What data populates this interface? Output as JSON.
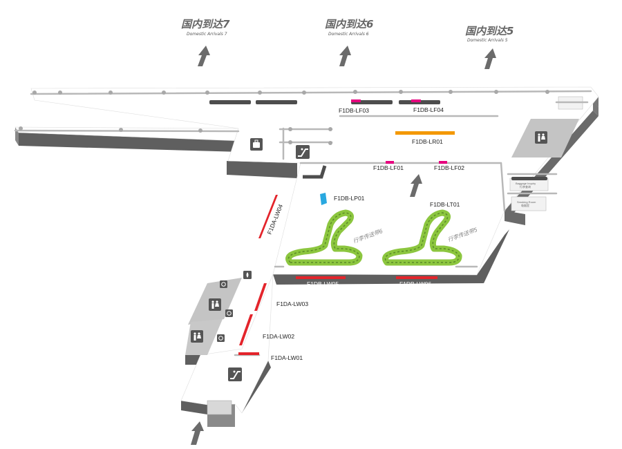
{
  "exits": [
    {
      "zh": "国内到达7",
      "en": "Domestic Arrivals 7"
    },
    {
      "zh": "国内到达6",
      "en": "Domestic Arrivals 6"
    },
    {
      "zh": "国内到达5",
      "en": "Domestic Arrivals 5"
    }
  ],
  "devices": {
    "lf03": "F1DB-LF03",
    "lf04": "F1DB-LF04",
    "lr01": "F1DB-LR01",
    "lf01": "F1DB-LF01",
    "lf02": "F1DB-LF02",
    "lp01": "F1DB-LP01",
    "lt01": "F1DB-LT01",
    "lw05": "F1DB-LW05",
    "lw06": "F1DB-LW06",
    "lw04": "F1DA-LW04",
    "lw03": "F1DA-LW03",
    "lw02": "F1DA-LW02",
    "lw01": "F1DA-LW01"
  },
  "belts": {
    "belt6": "行李传送带6",
    "belt5": "行李传送带5"
  },
  "rooms": {
    "baggage_inquiry_en": "Baggage Inquiry",
    "baggage_inquiry_zh": "行李查询",
    "smoking_en": "Smoking Room",
    "smoking_zh": "吸烟室"
  },
  "colors": {
    "floor": "#ffffff",
    "wall_side": "#5f5f5f",
    "wall_top": "#9a9a9a",
    "grey_block": "#c8c8c8",
    "belt_green": "#8cc63f",
    "marker_red": "#e3242b",
    "marker_pink": "#e6007e",
    "marker_orange": "#f39800",
    "marker_blue": "#29a8e0",
    "arrow": "#6b6b6b"
  },
  "icons": [
    "luggage-icon",
    "escalator-icon",
    "restroom-icon",
    "accessible-icon",
    "drinking-water-icon"
  ]
}
